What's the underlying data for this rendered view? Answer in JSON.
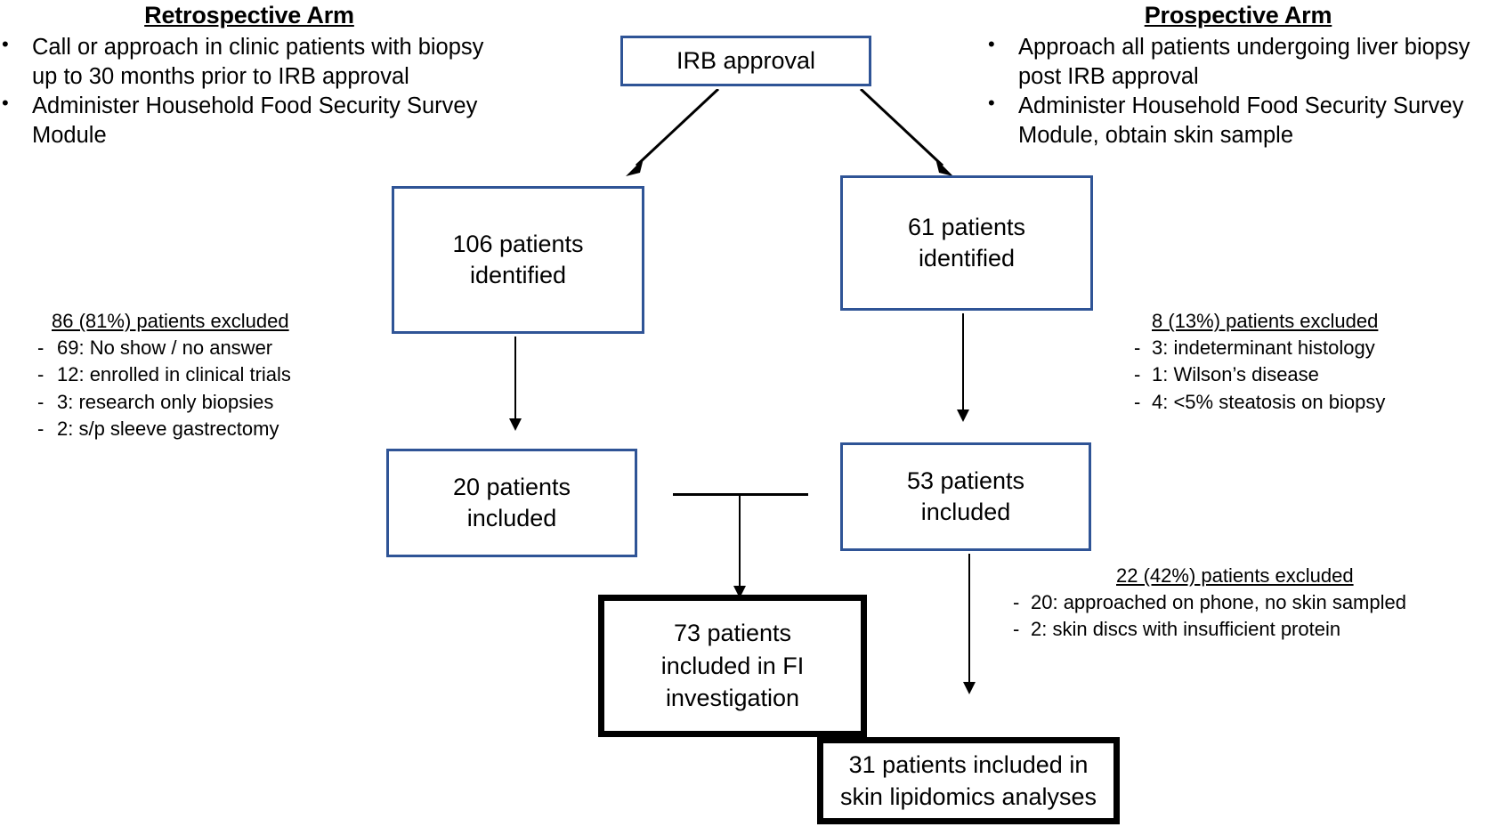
{
  "retrospective": {
    "title": "Retrospective Arm",
    "bullets": [
      "Call or approach in clinic patients with biopsy up to 30 months prior to IRB approval",
      "Administer Household Food Security Survey Module"
    ]
  },
  "prospective": {
    "title": "Prospective Arm",
    "bullets": [
      "Approach all patients undergoing liver biopsy post IRB approval",
      "Administer Household Food Security Survey Module, obtain skin sample"
    ]
  },
  "nodes": {
    "irb": "IRB approval",
    "retro_identified_line1": "106 patients",
    "retro_identified_line2": "identified",
    "pros_identified_line1": "61 patients",
    "pros_identified_line2": "identified",
    "retro_included_line1": "20 patients",
    "retro_included_line2": "included",
    "pros_included_line1": "53 patients",
    "pros_included_line2": "included",
    "fi_line1": "73 patients",
    "fi_line2": "included in FI",
    "fi_line3": "investigation",
    "lipid_line1": "31 patients included in",
    "lipid_line2": "skin lipidomics analyses"
  },
  "exclusions": {
    "retro": {
      "title": "86 (81%) patients excluded",
      "items": [
        "69: No show / no answer",
        "12: enrolled in clinical trials",
        "3: research only biopsies",
        "2: s/p sleeve gastrectomy"
      ]
    },
    "pros": {
      "title": "8  (13%) patients excluded",
      "items": [
        "3: indeterminant histology",
        "1: Wilson’s disease",
        "4: <5% steatosis on biopsy"
      ]
    },
    "skin": {
      "title": "22 (42%)  patients excluded",
      "items": [
        "20: approached on phone, no skin sampled",
        "2: skin discs with insufficient protein"
      ]
    }
  },
  "colors": {
    "box_blue": "#2F5496",
    "box_black": "#000000",
    "text": "#000000",
    "background": "#FFFFFF"
  }
}
